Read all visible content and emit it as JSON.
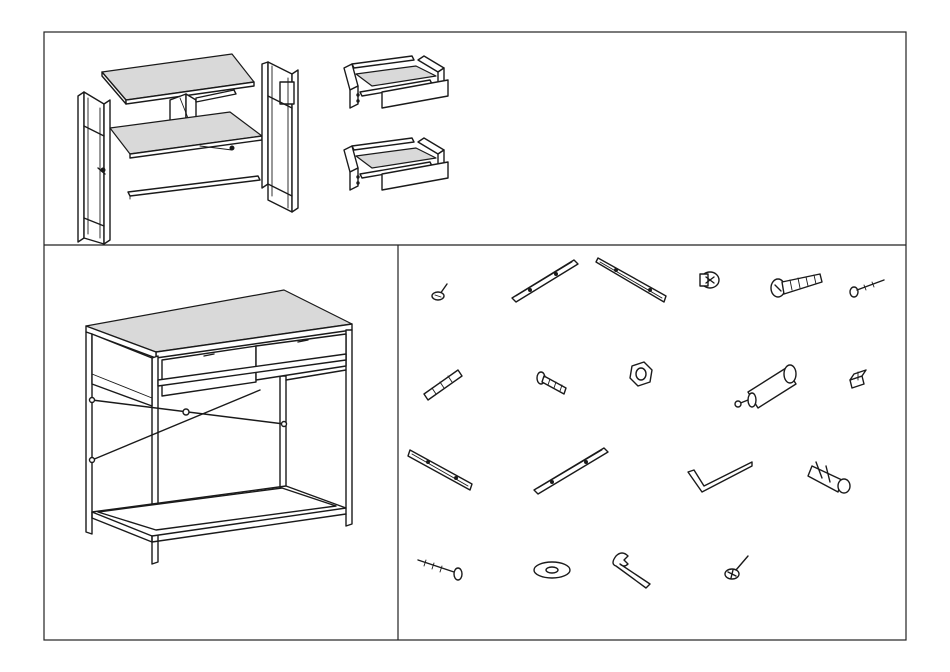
{
  "document": {
    "sections": [
      {
        "id": "exploded-view",
        "label": ""
      },
      {
        "id": "assembled-desk",
        "label": ""
      },
      {
        "id": "hardware-parts",
        "label": ""
      }
    ],
    "hardware_icons": [
      "wood-screw-icon",
      "short-rail-icon",
      "long-rail-icon",
      "cam-lock-icon",
      "bolt-icon",
      "small-screw-icon",
      "dowel-icon",
      "machine-screw-icon",
      "cap-nut-icon",
      "cam-bolt-icon",
      "bracket-clip-icon",
      "drawer-slide-left-icon",
      "drawer-slide-right-icon",
      "allen-key-icon",
      "wall-anchor-icon",
      "long-screw-icon",
      "washer-icon",
      "wrench-icon",
      "countersunk-screw-icon"
    ],
    "colors": {
      "line": "#1a1a1a",
      "panel": "#d9d9d9",
      "paper": "#ffffff"
    }
  }
}
